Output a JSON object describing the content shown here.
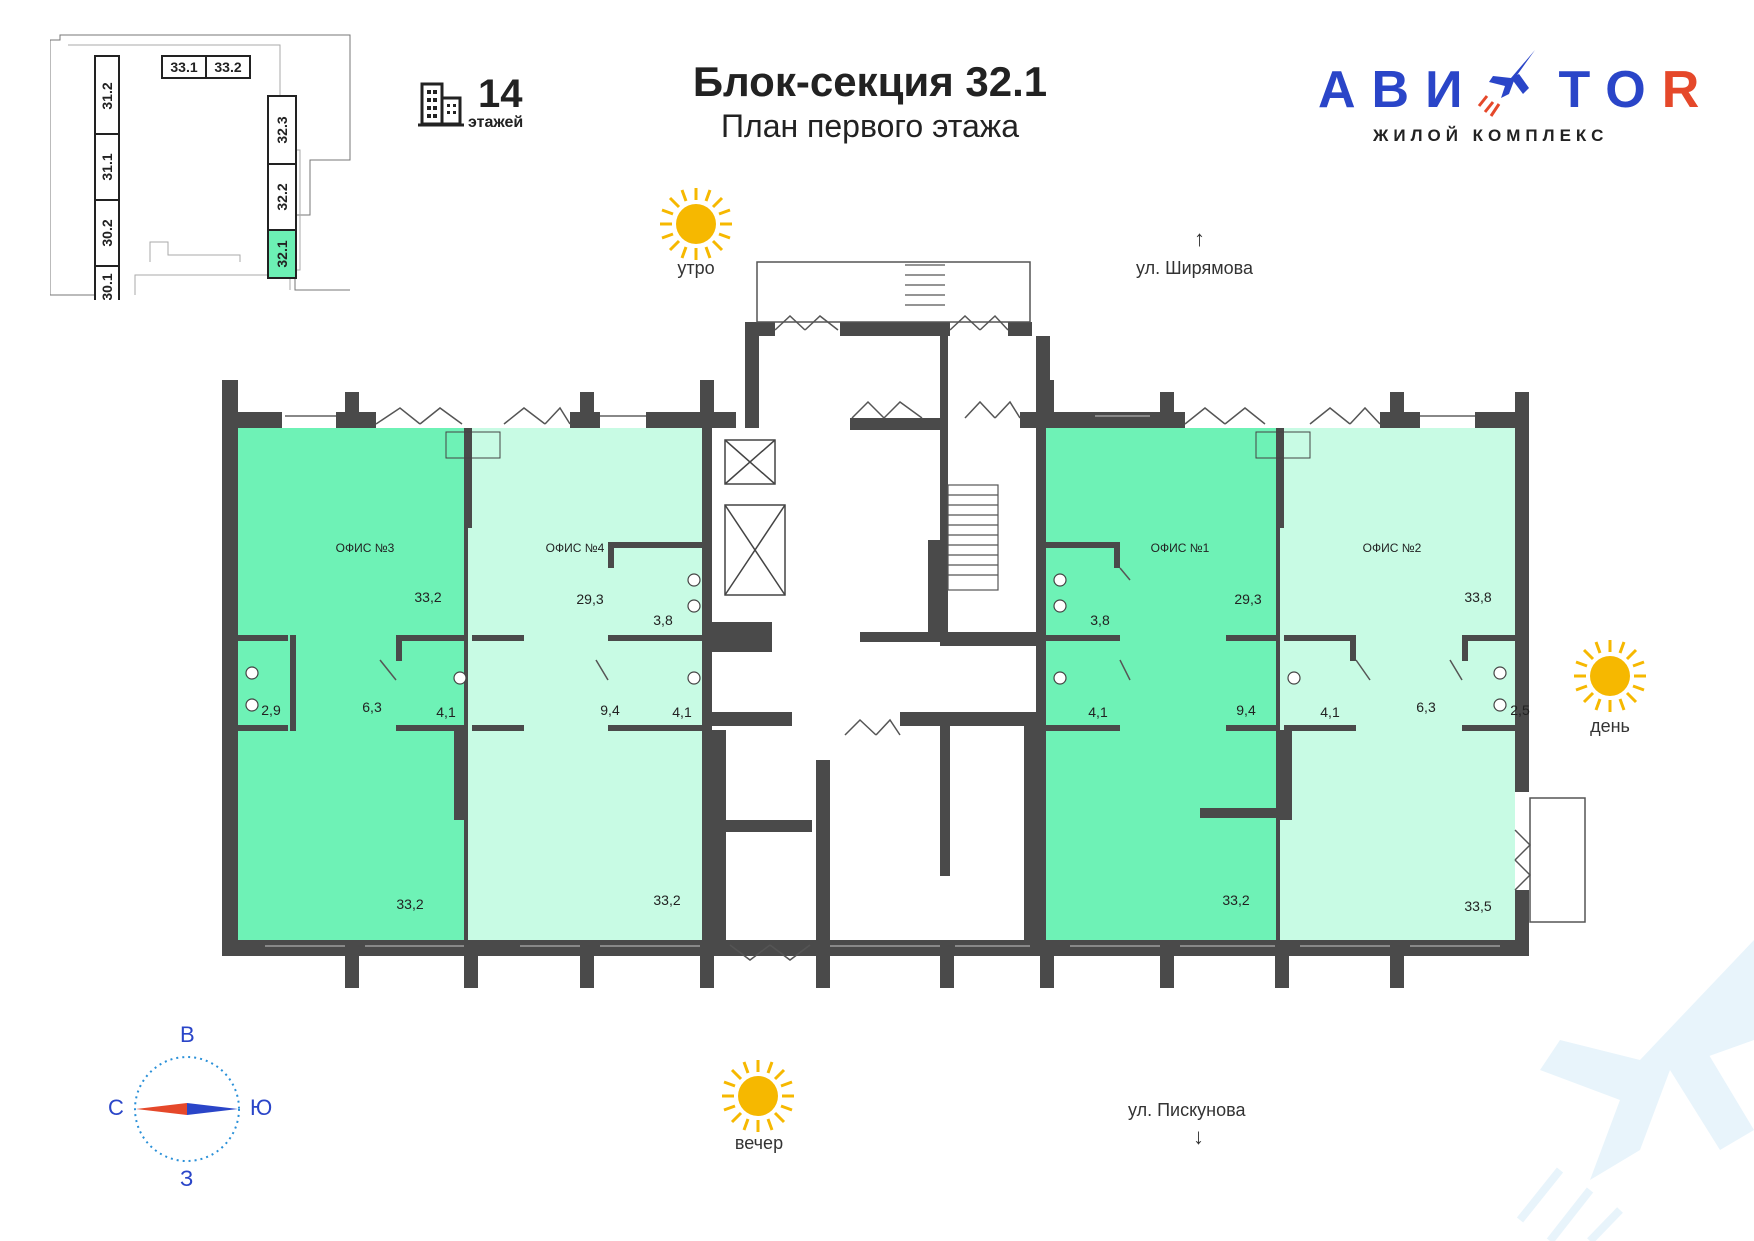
{
  "header": {
    "title": "Блок-секция 32.1",
    "subtitle": "План первого этажа",
    "floors_count": "14",
    "floors_label": "этажей"
  },
  "logo": {
    "name_part1": "АВИ",
    "name_part2": "TO",
    "name_part3": "R",
    "tagline": "ЖИЛОЙ КОМПЛЕКС",
    "blue": "#2a45c8",
    "red": "#e5482a",
    "icon": "jet-icon"
  },
  "site_plan": {
    "sections": [
      "33.1",
      "33.2",
      "31.2",
      "31.1",
      "30.2",
      "30.1",
      "32.3",
      "32.2",
      "32.1"
    ],
    "highlight": "32.1",
    "highlight_color": "#6cf0b4"
  },
  "streets": {
    "north": "ул. Ширямова",
    "south": "ул. Пискунова"
  },
  "sun": {
    "morning": "утро",
    "day": "день",
    "evening": "вечер",
    "color": "#f6b800"
  },
  "compass": {
    "top": "В",
    "bottom": "З",
    "left": "С",
    "right": "Ю"
  },
  "colors": {
    "wall": "#4a4a4a",
    "office_dark": "#6ef2b6",
    "office_light": "#c8fbe4"
  },
  "offices": [
    {
      "name": "ОФИС №3",
      "areas": [
        "33,2",
        "6,3",
        "2,9",
        "4,1",
        "33,2"
      ]
    },
    {
      "name": "ОФИС №4",
      "areas": [
        "29,3",
        "3,8",
        "9,4",
        "4,1",
        "33,2"
      ]
    },
    {
      "name": "ОФИС №1",
      "areas": [
        "3,8",
        "29,3",
        "4,1",
        "9,4",
        "33,2"
      ]
    },
    {
      "name": "ОФИС №2",
      "areas": [
        "33,8",
        "4,1",
        "6,3",
        "2,5",
        "33,5"
      ]
    }
  ]
}
